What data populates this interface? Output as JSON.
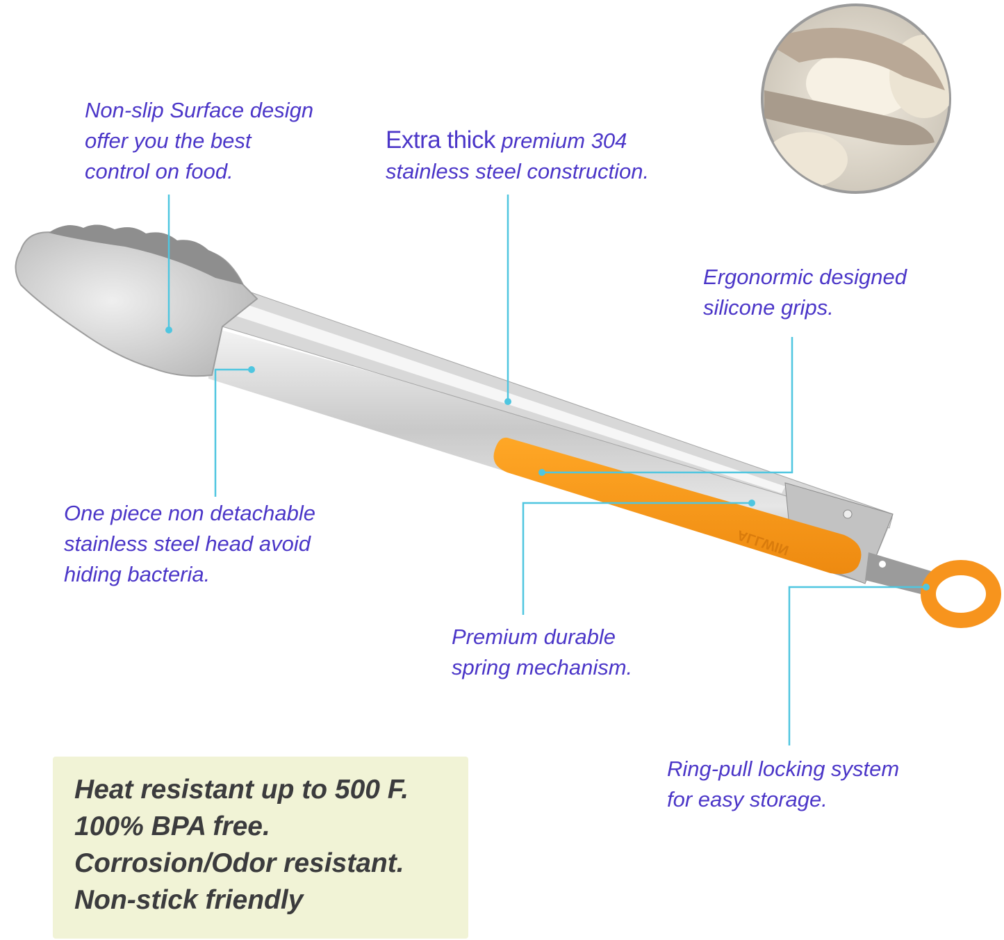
{
  "callouts": {
    "non_slip": [
      "Non-slip Surface design",
      "offer you the best",
      "control on food."
    ],
    "extra_thick": {
      "bold": "Extra thick",
      "line1_rest": " premium 304",
      "line2": "stainless steel construction."
    },
    "ergonomic": [
      "Ergonormic designed",
      "silicone grips."
    ],
    "one_piece": [
      "One piece non detachable",
      "stainless steel head avoid",
      "hiding bacteria."
    ],
    "spring": [
      "Premium durable",
      "spring mechanism."
    ],
    "ring_pull": [
      "Ring-pull locking system",
      "for easy storage."
    ]
  },
  "features_box": [
    "Heat resistant up to 500 F.",
    "100% BPA free.",
    "Corrosion/Odor resistant.",
    "Non-stick friendly"
  ],
  "logo": "ALLWIN",
  "colors": {
    "text": "#4b36c8",
    "leader": "#4fc6e0",
    "grip": "#f7941d",
    "box": "#f1f3d6"
  }
}
